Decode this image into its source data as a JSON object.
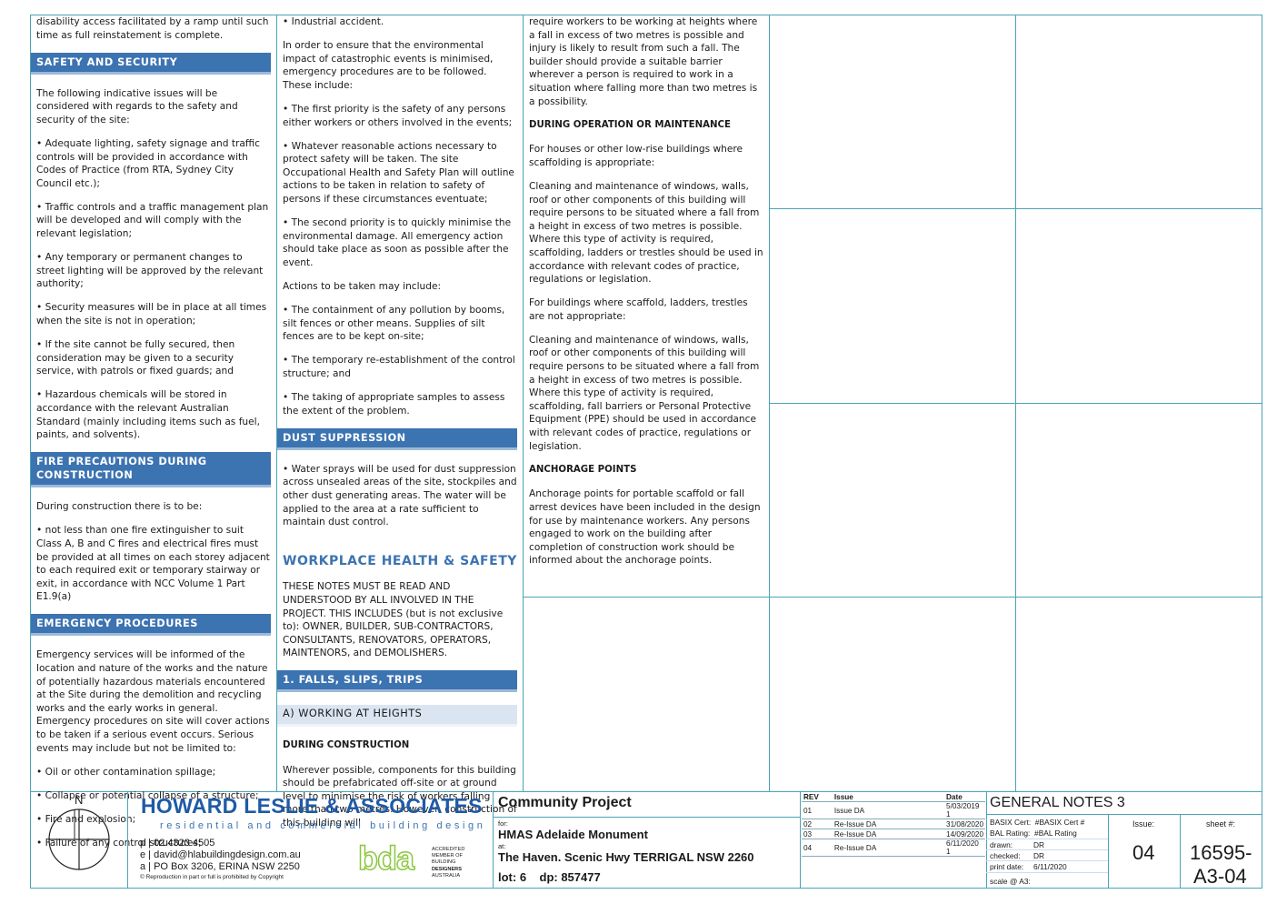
{
  "col1": {
    "intro": "disability access facilitated by a ramp until such time as full reinstatement is complete.",
    "safety_header": "SAFETY AND SECURITY",
    "safety_paras": [
      "The following indicative issues will be considered with regards to the safety and security of the site:",
      "• Adequate lighting, safety signage and traffic controls will be provided in accordance with Codes of Practice (from RTA, Sydney City Council etc.);",
      "• Traffic controls and a traffic management plan will be developed and will comply with the relevant legislation;",
      "• Any temporary or permanent changes to street lighting will be approved by the relevant authority;",
      "• Security measures will be in place at all times when the site is not in operation;",
      "• If the site cannot be fully secured, then consideration may be given to a security service, with patrols or fixed guards; and",
      "• Hazardous chemicals will be stored in accordance with the relevant Australian Standard (mainly including items such as fuel, paints, and solvents)."
    ],
    "fire_header": "FIRE PRECAUTIONS DURING CONSTRUCTION",
    "fire_paras": [
      "During construction there is to be:",
      "• not less than one fire extinguisher to suit Class A, B and C fires and electrical fires must be provided at all times on each storey adjacent to each required exit or temporary stairway or exit, in accordance with NCC Volume 1 Part E1.9(a)"
    ],
    "emergency_header": "EMERGENCY PROCEDURES",
    "emergency_paras": [
      "Emergency services will be informed of the location and nature of the works and the nature of potentially hazardous materials encountered at the Site during the demolition and recycling works and the early works in general. Emergency procedures on site will cover actions to be taken if a serious event occurs. Serious events may include but not be limited to:",
      "• Oil or other contamination spillage;",
      "• Collapse or potential collapse of a structure;",
      "• Fire and explosion;",
      "• Failure of any control structures;"
    ]
  },
  "col2": {
    "paras": [
      "• Industrial accident.",
      "In order to ensure that the environmental impact of catastrophic events is minimised, emergency procedures are to be followed. These include:",
      "• The first priority is the safety of any persons either workers or others involved in the events;",
      "• Whatever reasonable actions necessary to protect safety will be taken. The site Occupational Health and Safety Plan will outline actions to be taken in relation to safety of persons if these circumstances eventuate;",
      "• The second priority is to quickly minimise the environmental damage. All emergency action should take place as soon as possible after the event.",
      "Actions to be taken may include:",
      "• The containment of any pollution by booms, silt fences or other means.  Supplies of silt fences are to be kept on-site;",
      "• The temporary re-establishment of the control structure; and",
      "• The taking of appropriate samples to assess the extent of the problem."
    ],
    "dust_header": "DUST SUPPRESSION",
    "dust_para": "• Water sprays will be used for dust suppression across unsealed areas of the site, stockpiles and other dust generating areas. The water will be applied to the area at a rate sufficient to maintain dust control.",
    "whs_title": "WORKPLACE HEALTH & SAFETY",
    "whs_para": "THESE NOTES MUST BE READ AND UNDERSTOOD BY ALL INVOLVED IN THE PROJECT. THIS INCLUDES (but is not exclusive to): OWNER, BUILDER, SUB-CONTRACTORS, CONSULTANTS, RENOVATORS, OPERATORS, MAINTENORS, and DEMOLISHERS.",
    "falls_header": "1. FALLS, SLIPS, TRIPS",
    "heights_header": "A) WORKING AT HEIGHTS",
    "during_construction": "DURING CONSTRUCTION",
    "construction_para": "Wherever possible, components for this building should be prefabricated off-site or at ground level to minimise the risk of workers falling more than two metres. However, construction of this building will"
  },
  "col3": {
    "intro": "require workers to be working at heights where a fall in excess of two metres is possible and injury is likely to result from such a fall. The builder should provide a suitable barrier wherever a person is required to work in a situation where falling more than two metres is a possibility.",
    "operation_header": "DURING OPERATION OR MAINTENANCE",
    "paras": [
      "For houses or other low-rise buildings where scaffolding is appropriate:",
      "Cleaning and maintenance of windows, walls, roof or other components of this building will require persons to be situated where a fall from a height in excess of two metres is possible. Where this type of activity is required, scaffolding, ladders or trestles should be used in accordance with relevant codes of practice, regulations or legislation.",
      "For buildings where scaffold, ladders, trestles are not appropriate:",
      "Cleaning and maintenance of windows, walls, roof or other components of this building will require persons to be situated where a fall from a height in excess of two metres is possible. Where this type of activity is required, scaffolding, fall barriers or Personal Protective Equipment (PPE) should be used in accordance with relevant codes of practice, regulations or legislation."
    ],
    "anchorage_header": "ANCHORAGE POINTS",
    "anchorage_para": "Anchorage points for portable scaffold or fall arrest devices have been included in the design for use by maintenance workers. Any persons engaged to work on the building after completion of construction work should be informed about the anchorage points."
  },
  "titleblock": {
    "north": "N",
    "company": "HOWARD LESLIE & ASSOCIATES",
    "tagline": "residential and commercial building design",
    "phone": "p | 02 4323 4505",
    "email": "e | david@hlabuildingdesign.com.au",
    "address": "a | PO Box 3206, ERINA  NSW  2250",
    "copyright": "© Reproduction in part or full is prohibited by Copyright",
    "bda_logo": "bda",
    "bda_text": [
      "ACCREDITED",
      "MEMBER OF",
      "BUILDING",
      "DESIGNERS",
      "AUSTRALIA"
    ],
    "project_title": "Community Project",
    "for_label": "for:",
    "client": "HMAS Adelaide Monument",
    "at_label": "at:",
    "address_site": "The Haven. Scenic Hwy TERRIGAL NSW 2260",
    "lot": "lot: 6    dp: 857477",
    "rev_headers": [
      "REV",
      "Issue",
      "Date"
    ],
    "revisions": [
      [
        "01",
        "Issue DA",
        "5/03/2019 1"
      ],
      [
        "02",
        "Re-Issue DA",
        "31/08/2020"
      ],
      [
        "03",
        "Re-Issue DA",
        "14/09/2020"
      ],
      [
        "04",
        "Re-Issue DA",
        "6/11/2020 1"
      ]
    ],
    "sheet_title": "GENERAL NOTES 3",
    "basix": "BASIX Cert:  #BASIX Cert #",
    "bal": "BAL Rating:  #BAL Rating",
    "drawn_label": "drawn:",
    "drawn": "DR",
    "checked_label": "checked:",
    "checked": "DR",
    "print_label": "print date:",
    "print_date": "6/11/2020",
    "scale_label": "scale @ A3:",
    "issue_label": "Issue:",
    "issue": "04",
    "sheet_label": "sheet #:",
    "sheet_no_1": "16595-",
    "sheet_no_2": "A3-04"
  },
  "colors": {
    "accent": "#3c73b1",
    "border": "#4aa3b5",
    "logo_green": "#8cc63f"
  }
}
